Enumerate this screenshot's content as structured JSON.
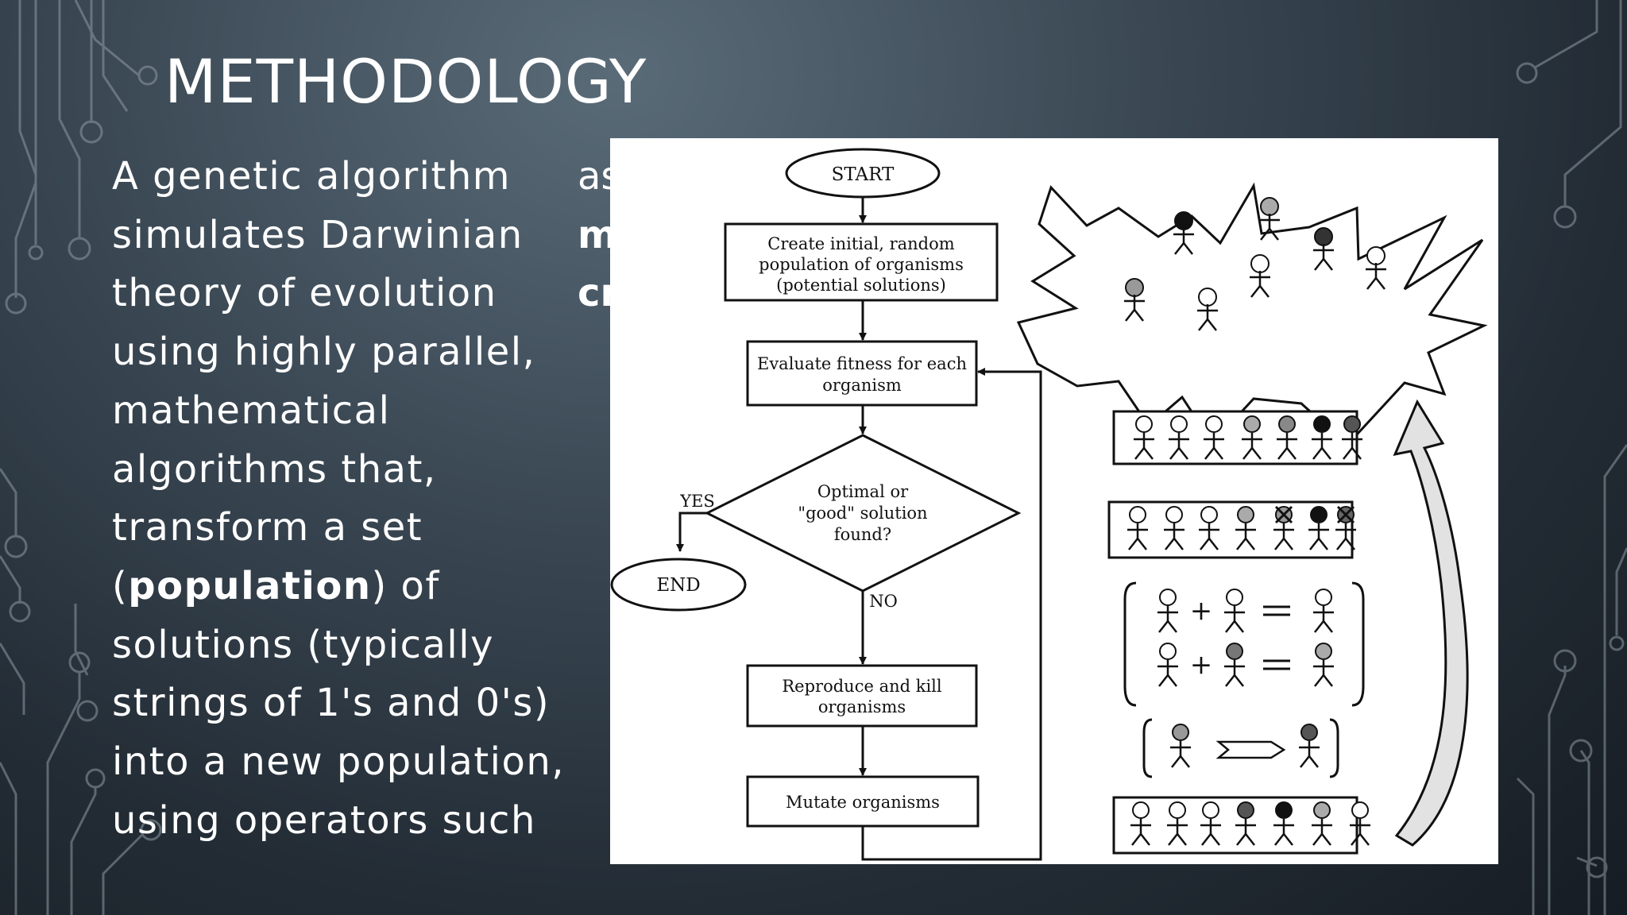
{
  "slide": {
    "title": "METHODOLOGY",
    "body_lines": [
      "A genetic algorithm",
      "simulates Darwinian",
      "theory of evolution",
      "using highly parallel,",
      "mathematical",
      "algorithms that,",
      "transform a set",
      [
        "(",
        "population",
        ") of"
      ],
      "solutions (typically",
      "strings of 1's and 0's)",
      "into a new population,",
      "using operators such"
    ],
    "second_column_fragments": [
      "as",
      "m",
      "cr"
    ]
  },
  "flowchart": {
    "start": "START",
    "create": [
      "Create initial, random",
      "population of organisms",
      "(potential solutions)"
    ],
    "evaluate": [
      "Evaluate fitness for each",
      "organism"
    ],
    "decision": [
      "Optimal or",
      "\"good\" solution",
      "found?"
    ],
    "yes": "YES",
    "no": "NO",
    "end": "END",
    "reproduce": [
      "Reproduce and kill",
      "organisms"
    ],
    "mutate": "Mutate organisms"
  },
  "colors": {
    "background_center": "#5a6b78",
    "background_edge": "#161c23",
    "text": "#ffffff",
    "circuit_lines": "#9aa6b0"
  }
}
